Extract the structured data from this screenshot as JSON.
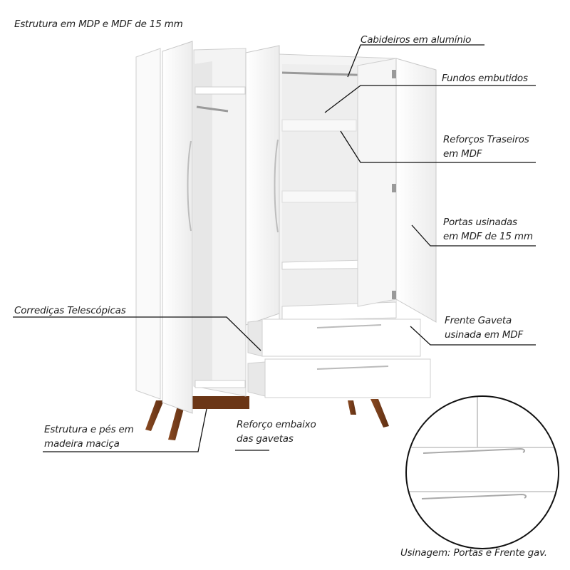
{
  "labels": {
    "structure": "Estrutura em MDP e MDF de 15 mm",
    "hangers": "Cabideiros em alumínio",
    "backs": "Fundos embutidos",
    "reinforcements_l1": "Reforços Traseiros",
    "reinforcements_l2": "em MDF",
    "doors_l1": "Portas usinadas",
    "doors_l2": "em MDF de 15 mm",
    "slides": "Corrediças Telescópicas",
    "drawer_front_l1": "Frente Gaveta",
    "drawer_front_l2": "usinada em MDF",
    "legs_l1": "Estrutura e pés em",
    "legs_l2": "madeira maciça",
    "under_l1": "Reforço embaixo",
    "under_l2": "das gavetas",
    "machining": "Usinagem: Portas e Frente gav."
  },
  "colors": {
    "panel": "#ffffff",
    "panel_stroke": "#cfcfcf",
    "interior": "#f1f1f1",
    "wood": "#7a3f1c",
    "leader": "#111111"
  }
}
